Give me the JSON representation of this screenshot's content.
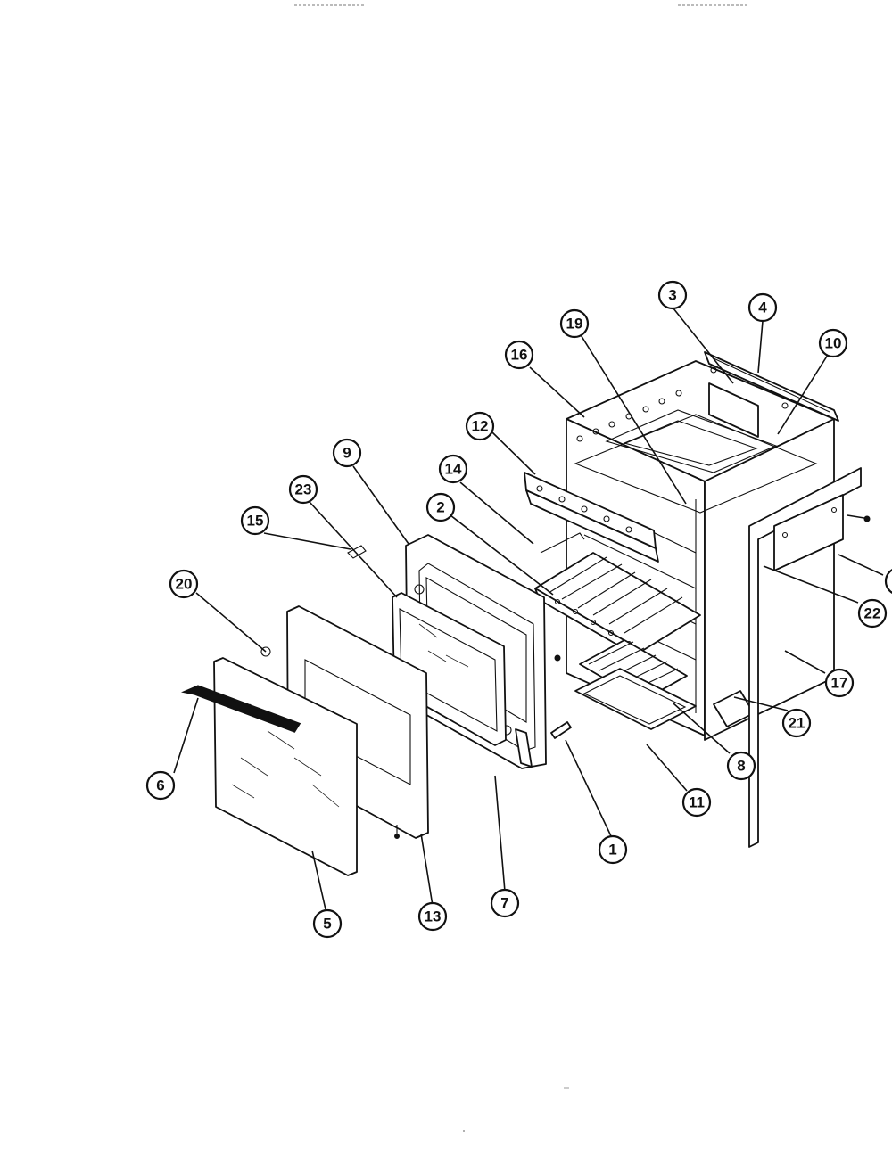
{
  "diagram": {
    "callouts": [
      {
        "label": "1"
      },
      {
        "label": "2"
      },
      {
        "label": "3"
      },
      {
        "label": "4"
      },
      {
        "label": "5"
      },
      {
        "label": "6"
      },
      {
        "label": "7"
      },
      {
        "label": "8"
      },
      {
        "label": "9"
      },
      {
        "label": "10"
      },
      {
        "label": "11"
      },
      {
        "label": "12"
      },
      {
        "label": "13"
      },
      {
        "label": "14"
      },
      {
        "label": "15"
      },
      {
        "label": "16"
      },
      {
        "label": "17"
      },
      {
        "label": "19"
      },
      {
        "label": "20"
      },
      {
        "label": "21"
      },
      {
        "label": "22"
      },
      {
        "label": "23"
      }
    ]
  }
}
